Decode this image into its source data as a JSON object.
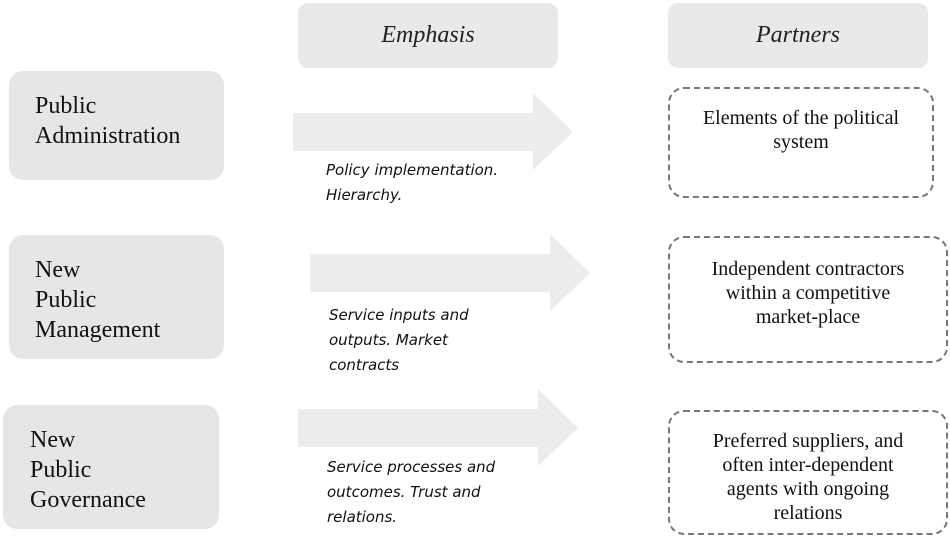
{
  "headers": {
    "emphasis": "Emphasis",
    "partners": "Partners"
  },
  "rows": [
    {
      "model_lines": [
        "Public",
        "Administration"
      ],
      "emphasis_lines": [
        "Policy implementation.",
        "Hierarchy."
      ],
      "partner_lines": [
        "Elements of the political",
        "system"
      ]
    },
    {
      "model_lines": [
        "New",
        "Public",
        "Management"
      ],
      "emphasis_lines": [
        "Service inputs and",
        "outputs. Market",
        "contracts"
      ],
      "partner_lines": [
        "Independent contractors",
        "within a competitive",
        "market-place"
      ]
    },
    {
      "model_lines": [
        "New",
        "Public",
        "Governance"
      ],
      "emphasis_lines": [
        "Service processes and",
        "outcomes. Trust and",
        "relations."
      ],
      "partner_lines": [
        "Preferred suppliers, and",
        "often inter-dependent",
        "agents with ongoing",
        "relations"
      ]
    }
  ],
  "colors": {
    "box_fill": "#e6e6e6",
    "arrow_fill": "#ececec",
    "dash_border": "#777777"
  }
}
